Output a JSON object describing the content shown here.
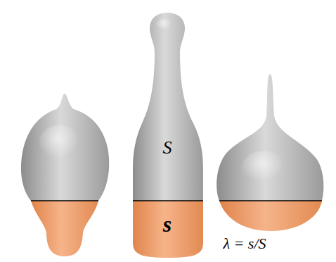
{
  "diagram": {
    "labels": [
      "S",
      "s",
      "λ = s/S"
    ]
  }
}
